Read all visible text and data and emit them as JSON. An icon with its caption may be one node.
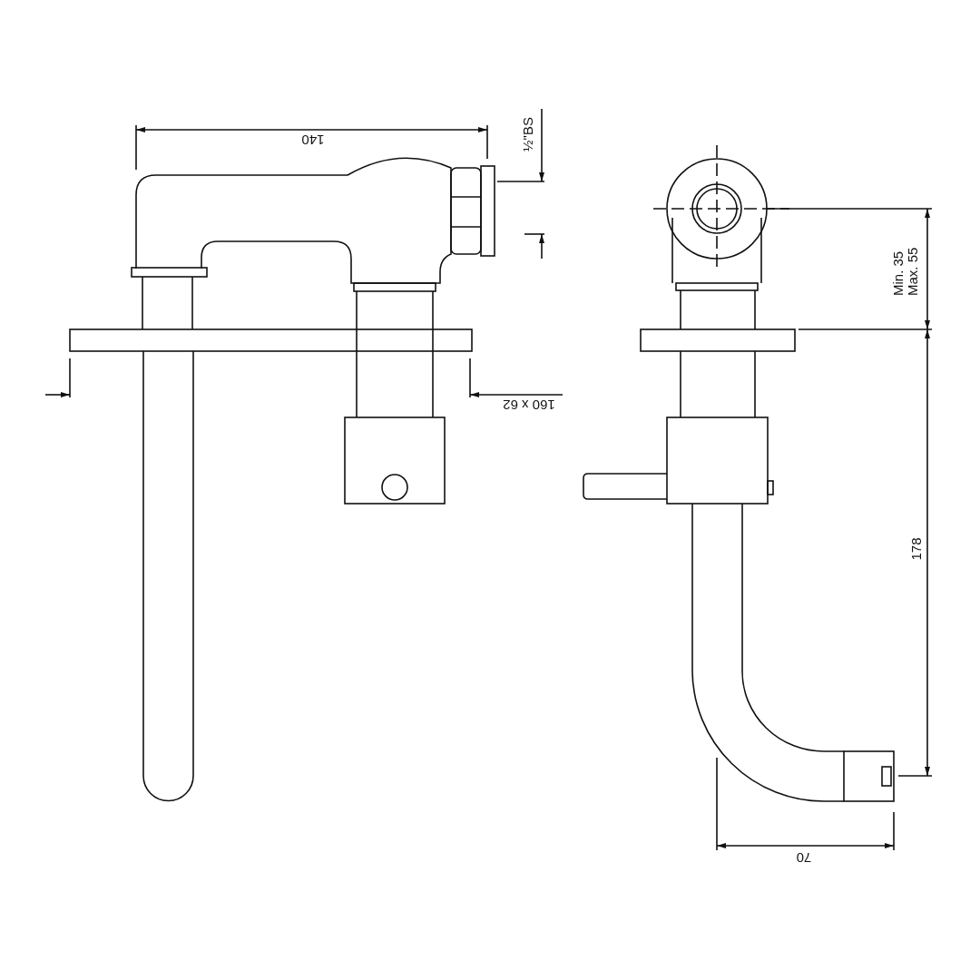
{
  "diagram": {
    "labels": [
      "140",
      "½\"BS",
      "Min. 35 Max. 55",
      "160 x 62",
      "178",
      "70"
    ]
  }
}
